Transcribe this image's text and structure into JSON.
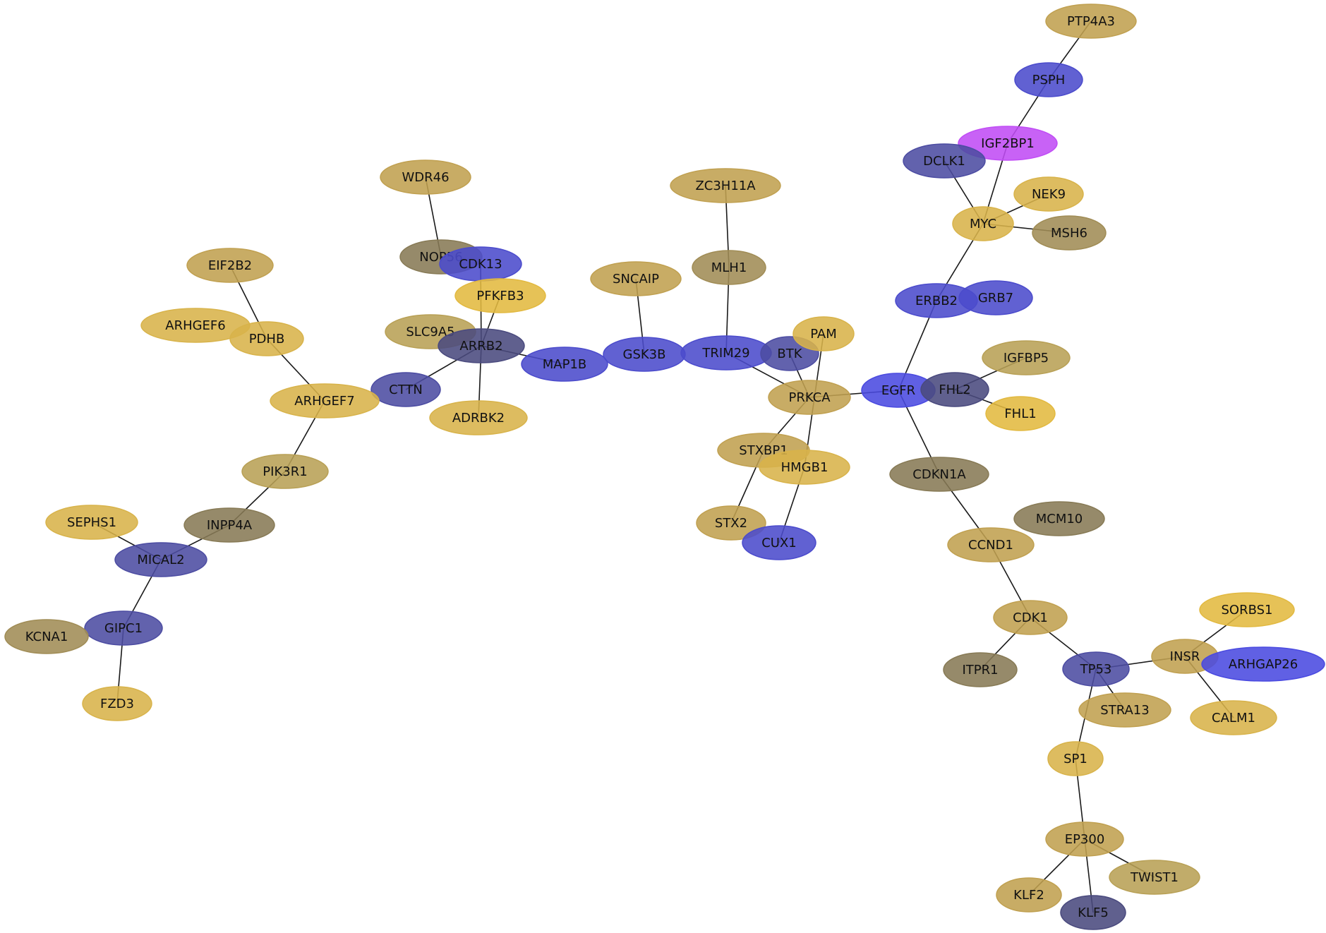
{
  "colors": {
    "gold": "#d8b34a",
    "tan": "#c0a050",
    "olive": "#a08c55",
    "khaki": "#b8a055",
    "dark_olive": "#877a55",
    "yellow": "#e2b940",
    "blue": "#4b4bcc",
    "bright_blue": "#4a4ae0",
    "slate": "#4c4ca2",
    "navy_gray": "#4a4a7e",
    "magenta": "#c04cf5"
  },
  "nodes": [
    {
      "id": "PTP4A3",
      "label": "PTP4A3",
      "color": "tan"
    },
    {
      "id": "PSPH",
      "label": "PSPH",
      "color": "blue"
    },
    {
      "id": "IGF2BP1",
      "label": "IGF2BP1",
      "color": "magenta"
    },
    {
      "id": "DCLK1",
      "label": "DCLK1",
      "color": "slate"
    },
    {
      "id": "NEK9",
      "label": "NEK9",
      "color": "gold"
    },
    {
      "id": "MYC",
      "label": "MYC",
      "color": "gold"
    },
    {
      "id": "MSH6",
      "label": "MSH6",
      "color": "olive"
    },
    {
      "id": "ERBB2",
      "label": "ERBB2",
      "color": "blue"
    },
    {
      "id": "GRB7",
      "label": "GRB7",
      "color": "blue"
    },
    {
      "id": "IGFBP5",
      "label": "IGFBP5",
      "color": "khaki"
    },
    {
      "id": "EGFR",
      "label": "EGFR",
      "color": "bright_blue"
    },
    {
      "id": "FHL2",
      "label": "FHL2",
      "color": "navy_gray"
    },
    {
      "id": "FHL1",
      "label": "FHL1",
      "color": "yellow"
    },
    {
      "id": "CDKN1A",
      "label": "CDKN1A",
      "color": "dark_olive"
    },
    {
      "id": "MCM10",
      "label": "MCM10",
      "color": "dark_olive"
    },
    {
      "id": "CCND1",
      "label": "CCND1",
      "color": "tan"
    },
    {
      "id": "CDK1",
      "label": "CDK1",
      "color": "tan"
    },
    {
      "id": "ITPR1",
      "label": "ITPR1",
      "color": "dark_olive"
    },
    {
      "id": "TP53",
      "label": "TP53",
      "color": "slate"
    },
    {
      "id": "SORBS1",
      "label": "SORBS1",
      "color": "yellow"
    },
    {
      "id": "INSR",
      "label": "INSR",
      "color": "tan"
    },
    {
      "id": "ARHGAP26",
      "label": "ARHGAP26",
      "color": "bright_blue"
    },
    {
      "id": "STRA13",
      "label": "STRA13",
      "color": "tan"
    },
    {
      "id": "CALM1",
      "label": "CALM1",
      "color": "gold"
    },
    {
      "id": "SP1",
      "label": "SP1",
      "color": "gold"
    },
    {
      "id": "EP300",
      "label": "EP300",
      "color": "tan"
    },
    {
      "id": "TWIST1",
      "label": "TWIST1",
      "color": "khaki"
    },
    {
      "id": "KLF2",
      "label": "KLF2",
      "color": "tan"
    },
    {
      "id": "KLF5",
      "label": "KLF5",
      "color": "navy_gray"
    },
    {
      "id": "ZC3H11A",
      "label": "ZC3H11A",
      "color": "tan"
    },
    {
      "id": "MLH1",
      "label": "MLH1",
      "color": "olive"
    },
    {
      "id": "SNCAIP",
      "label": "SNCAIP",
      "color": "tan"
    },
    {
      "id": "GSK3B",
      "label": "GSK3B",
      "color": "blue"
    },
    {
      "id": "TRIM29",
      "label": "TRIM29",
      "color": "blue"
    },
    {
      "id": "BTK",
      "label": "BTK",
      "color": "slate"
    },
    {
      "id": "PAM",
      "label": "PAM",
      "color": "gold"
    },
    {
      "id": "PRKCA",
      "label": "PRKCA",
      "color": "tan"
    },
    {
      "id": "STXBP1",
      "label": "STXBP1",
      "color": "tan"
    },
    {
      "id": "HMGB1",
      "label": "HMGB1",
      "color": "gold"
    },
    {
      "id": "STX2",
      "label": "STX2",
      "color": "tan"
    },
    {
      "id": "CUX1",
      "label": "CUX1",
      "color": "blue"
    },
    {
      "id": "MAP1B",
      "label": "MAP1B",
      "color": "blue"
    },
    {
      "id": "WDR46",
      "label": "WDR46",
      "color": "tan"
    },
    {
      "id": "NOP56",
      "label": "NOP56",
      "color": "dark_olive"
    },
    {
      "id": "CDK13",
      "label": "CDK13",
      "color": "blue"
    },
    {
      "id": "PFKFB3",
      "label": "PFKFB3",
      "color": "yellow"
    },
    {
      "id": "SLC9A5",
      "label": "SLC9A5",
      "color": "khaki"
    },
    {
      "id": "ARRB2",
      "label": "ARRB2",
      "color": "navy_gray"
    },
    {
      "id": "ADRBK2",
      "label": "ADRBK2",
      "color": "gold"
    },
    {
      "id": "CTTN",
      "label": "CTTN",
      "color": "slate"
    },
    {
      "id": "EIF2B2",
      "label": "EIF2B2",
      "color": "tan"
    },
    {
      "id": "ARHGEF6",
      "label": "ARHGEF6",
      "color": "gold"
    },
    {
      "id": "PDHB",
      "label": "PDHB",
      "color": "gold"
    },
    {
      "id": "ARHGEF7",
      "label": "ARHGEF7",
      "color": "gold"
    },
    {
      "id": "PIK3R1",
      "label": "PIK3R1",
      "color": "khaki"
    },
    {
      "id": "INPP4A",
      "label": "INPP4A",
      "color": "dark_olive"
    },
    {
      "id": "SEPHS1",
      "label": "SEPHS1",
      "color": "gold"
    },
    {
      "id": "MICAL2",
      "label": "MICAL2",
      "color": "slate"
    },
    {
      "id": "GIPC1",
      "label": "GIPC1",
      "color": "slate"
    },
    {
      "id": "KCNA1",
      "label": "KCNA1",
      "color": "olive"
    },
    {
      "id": "FZD3",
      "label": "FZD3",
      "color": "gold"
    }
  ],
  "edges": [
    [
      "PTP4A3",
      "PSPH"
    ],
    [
      "PSPH",
      "IGF2BP1"
    ],
    [
      "IGF2BP1",
      "MYC"
    ],
    [
      "DCLK1",
      "MYC"
    ],
    [
      "NEK9",
      "MYC"
    ],
    [
      "MSH6",
      "MYC"
    ],
    [
      "MYC",
      "ERBB2"
    ],
    [
      "ERBB2",
      "EGFR"
    ],
    [
      "IGFBP5",
      "FHL2"
    ],
    [
      "FHL2",
      "FHL1"
    ],
    [
      "EGFR",
      "PRKCA"
    ],
    [
      "EGFR",
      "CDKN1A"
    ],
    [
      "CDKN1A",
      "CCND1"
    ],
    [
      "CCND1",
      "CDK1"
    ],
    [
      "CDK1",
      "ITPR1"
    ],
    [
      "CDK1",
      "TP53"
    ],
    [
      "TP53",
      "INSR"
    ],
    [
      "TP53",
      "STRA13"
    ],
    [
      "TP53",
      "SP1"
    ],
    [
      "SORBS1",
      "INSR"
    ],
    [
      "INSR",
      "CALM1"
    ],
    [
      "SP1",
      "EP300"
    ],
    [
      "EP300",
      "TWIST1"
    ],
    [
      "EP300",
      "KLF2"
    ],
    [
      "EP300",
      "KLF5"
    ],
    [
      "ZC3H11A",
      "MLH1"
    ],
    [
      "MLH1",
      "TRIM29"
    ],
    [
      "SNCAIP",
      "GSK3B"
    ],
    [
      "TRIM29",
      "PRKCA"
    ],
    [
      "BTK",
      "PRKCA"
    ],
    [
      "PAM",
      "HMGB1"
    ],
    [
      "PRKCA",
      "STXBP1"
    ],
    [
      "STXBP1",
      "STX2"
    ],
    [
      "HMGB1",
      "CUX1"
    ],
    [
      "MAP1B",
      "ARRB2"
    ],
    [
      "WDR46",
      "NOP56"
    ],
    [
      "CDK13",
      "ARRB2"
    ],
    [
      "PFKFB3",
      "ARRB2"
    ],
    [
      "ARRB2",
      "ADRBK2"
    ],
    [
      "ARRB2",
      "CTTN"
    ],
    [
      "EIF2B2",
      "PDHB"
    ],
    [
      "PDHB",
      "ARHGEF7"
    ],
    [
      "ARHGEF7",
      "PIK3R1"
    ],
    [
      "PIK3R1",
      "INPP4A"
    ],
    [
      "INPP4A",
      "MICAL2"
    ],
    [
      "SEPHS1",
      "MICAL2"
    ],
    [
      "MICAL2",
      "GIPC1"
    ],
    [
      "GIPC1",
      "FZD3"
    ]
  ]
}
